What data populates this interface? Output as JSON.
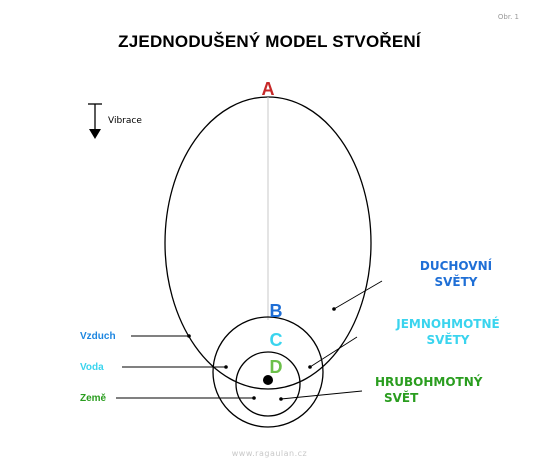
{
  "title": "ZJEDNODUŠENÝ MODEL STVOŘENÍ",
  "figure_label": "Obr. 1",
  "footer": "www.ragaulan.cz",
  "vibration_label": "Vibrace",
  "letters": {
    "a": "A",
    "b": "B",
    "c": "C",
    "d": "D"
  },
  "worlds": {
    "spiritual": [
      "DUCHOVNÍ",
      "SVĚTY"
    ],
    "subtle": [
      "JEMNOHMOTNÉ",
      "SVĚTY"
    ],
    "gross": [
      "HRUBOHMOTNÝ",
      "SVĚT"
    ]
  },
  "elements": {
    "air": "Vzduch",
    "water": "Voda",
    "earth": "Země"
  },
  "colors": {
    "red": "#c62828",
    "blue": "#1f6fd6",
    "cyan": "#3ad4ee",
    "green_light": "#6cc04a",
    "green": "#2a9d1f",
    "air_blue": "#1d86e0"
  }
}
